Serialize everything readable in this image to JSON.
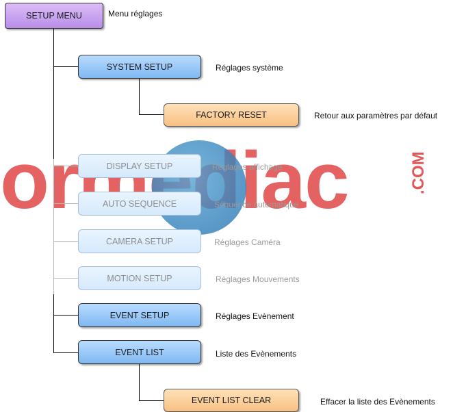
{
  "root": {
    "label": "SETUP MENU",
    "description": "Menu réglages"
  },
  "items": [
    {
      "label": "SYSTEM SETUP",
      "description": "Réglages système"
    },
    {
      "label": "FACTORY RESET",
      "description": "Retour aux paramètres par défaut"
    },
    {
      "label": "DISPLAY SETUP",
      "description": "Réglages affichage"
    },
    {
      "label": "AUTO SEQUENCE",
      "description": "Séquence automatique"
    },
    {
      "label": "CAMERA SETUP",
      "description": "Réglages Caméra"
    },
    {
      "label": "MOTION SETUP",
      "description": "Réglages Mouvements"
    },
    {
      "label": "EVENT SETUP",
      "description": "Réglages Evènement"
    },
    {
      "label": "EVENT LIST",
      "description": "Liste des Evènements"
    },
    {
      "label": "EVENT LIST CLEAR",
      "description": "Effacer la liste des Evènements"
    }
  ],
  "watermark": {
    "text": "ormediac",
    "suffix": ".COM"
  },
  "colors": {
    "root_fill": "#c9a5f0",
    "menu_fill": "#9ccbf7",
    "submenu_fill": "#fbcf9b",
    "watermark_red": "#d9201f",
    "watermark_blue": "#2a7dbd"
  }
}
